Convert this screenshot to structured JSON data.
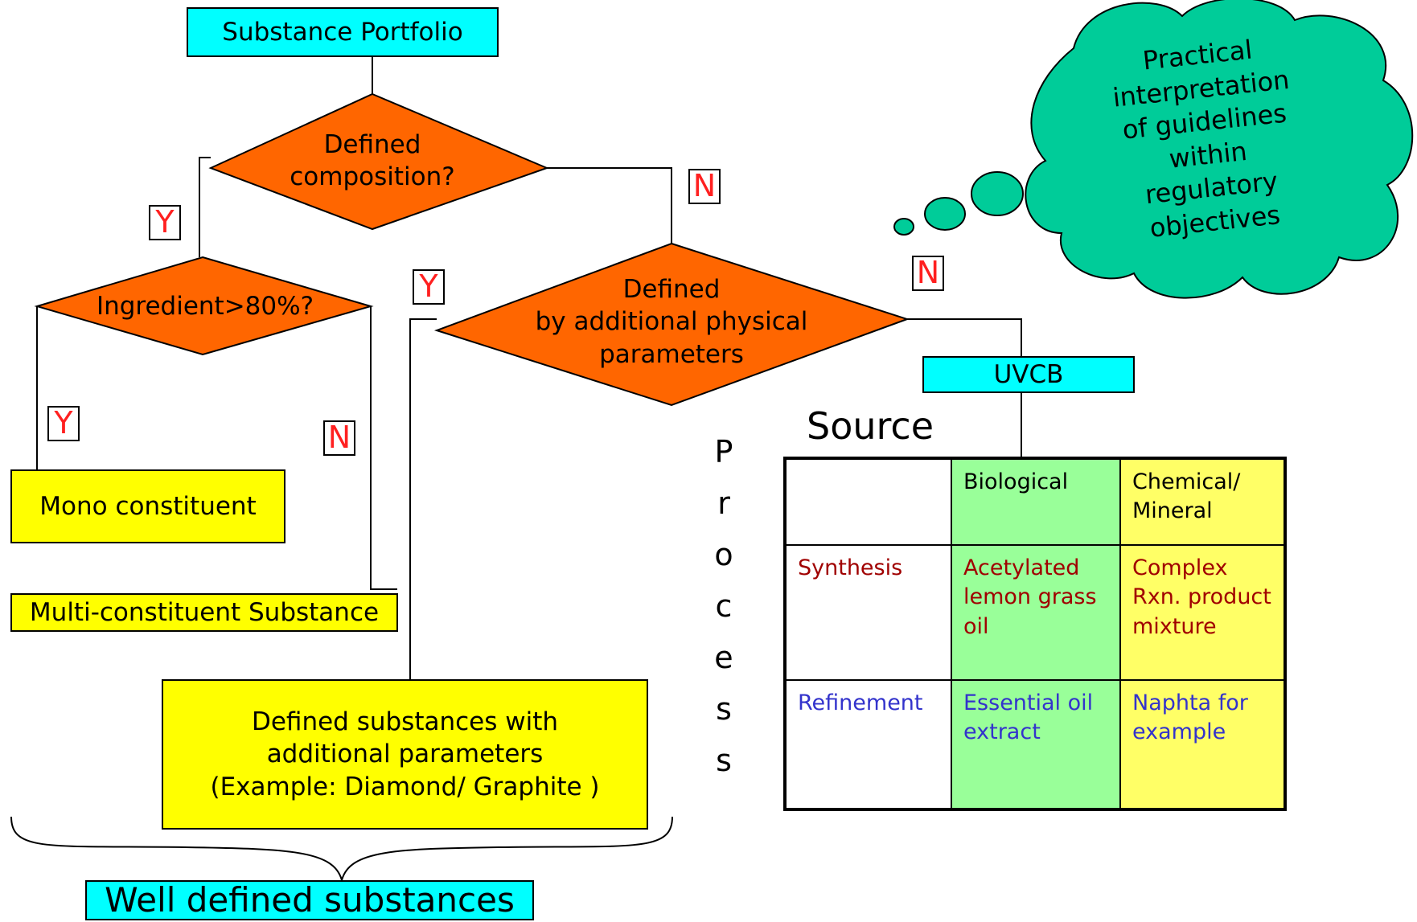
{
  "nodes": {
    "portfolio": "Substance Portfolio",
    "defined_composition_l1": "Defined",
    "defined_composition_l2": "composition?",
    "ingredient": "Ingredient>80%?",
    "physical_l1": "Defined",
    "physical_l2": "by additional physical",
    "physical_l3": "parameters",
    "mono": "Mono constituent",
    "multi": "Multi-constituent Substance",
    "additional_l1": "Defined substances with",
    "additional_l2": "additional parameters",
    "additional_l3": "(Example: Diamond/ Graphite )",
    "well_defined": "Well defined substances",
    "uvcb": "UVCB"
  },
  "answers": {
    "yes": "Y",
    "no": "N"
  },
  "cloud": {
    "lines": [
      "Practical",
      "interpretation",
      "of guidelines",
      "within",
      "regulatory",
      "objectives"
    ]
  },
  "uvcb_table": {
    "source_label": "Source",
    "process_letters": [
      "P",
      "r",
      "o",
      "c",
      "e",
      "s",
      "s"
    ],
    "headers": [
      "",
      "Biological",
      "Chemical/ Mineral"
    ],
    "rows": [
      {
        "label": "Synthesis",
        "biological": "Acetylated lemon grass oil",
        "chemical": "Complex Rxn. product mixture"
      },
      {
        "label": "Refinement",
        "biological": "Essential oil extract",
        "chemical": "Naphta for example"
      }
    ]
  },
  "colors": {
    "diamond": "#ff6600",
    "cyan_box": "#00ffff",
    "yellow_box": "#ffff00",
    "cloud": "#00cc99",
    "answer_letter": "#ff2020",
    "table_green": "#99ff99",
    "table_yellow": "#ffff66"
  }
}
